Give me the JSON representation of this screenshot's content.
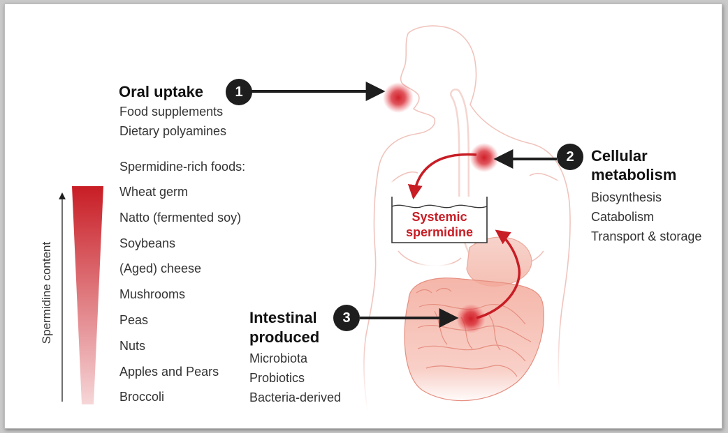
{
  "oral": {
    "badge": "1",
    "title": "Oral uptake",
    "items": [
      "Food supplements",
      "Dietary polyamines"
    ]
  },
  "foods": {
    "heading": "Spermidine-rich foods:",
    "items": [
      "Wheat germ",
      "Natto (fermented soy)",
      "Soybeans",
      "(Aged) cheese",
      "Mushrooms",
      "Peas",
      "Nuts",
      "Apples and Pears",
      "Broccoli"
    ],
    "axis_label": "Spermidine content"
  },
  "cellular": {
    "badge": "2",
    "title_line1": "Cellular",
    "title_line2": "metabolism",
    "items": [
      "Biosynthesis",
      "Catabolism",
      "Transport & storage"
    ]
  },
  "intestinal": {
    "badge": "3",
    "title_line1": "Intestinal",
    "title_line2": "produced",
    "items": [
      "Microbiota",
      "Probiotics",
      "Bacteria-derived"
    ]
  },
  "reservoir": {
    "line1": "Systemic",
    "line2": "spermidine"
  },
  "colors": {
    "accent_red": "#c81d25",
    "body_outline": "#f0c4bd",
    "organ_fill": "#f3a99a",
    "arrow_dark": "#1e1e1e"
  }
}
